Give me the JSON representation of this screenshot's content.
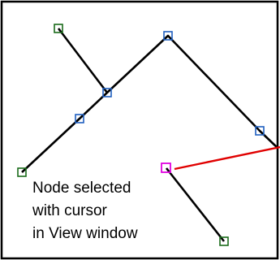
{
  "colors": {
    "background": "#ffffff",
    "frame": "#000000",
    "edge": "#000000",
    "pointer": "#e00000",
    "node_endpoint": "#1a6b1a",
    "node_interior": "#1f5fbf",
    "node_selected": "#e000e0"
  },
  "caption": {
    "line1": "Node selected",
    "line2": "with cursor",
    "line3": "in View window"
  }
}
